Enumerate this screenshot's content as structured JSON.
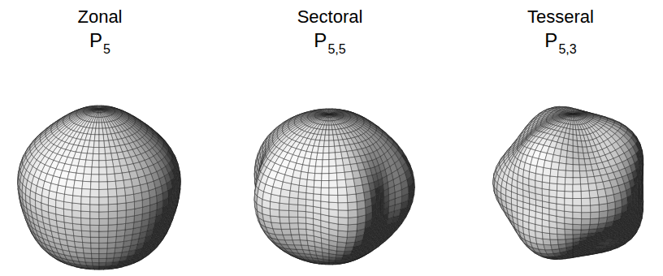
{
  "diagram": {
    "labels": [
      "Zonal",
      "P",
      "5",
      "Sectoral",
      "P",
      "5,5",
      "Tesseral",
      "P",
      "5,3"
    ]
  }
}
